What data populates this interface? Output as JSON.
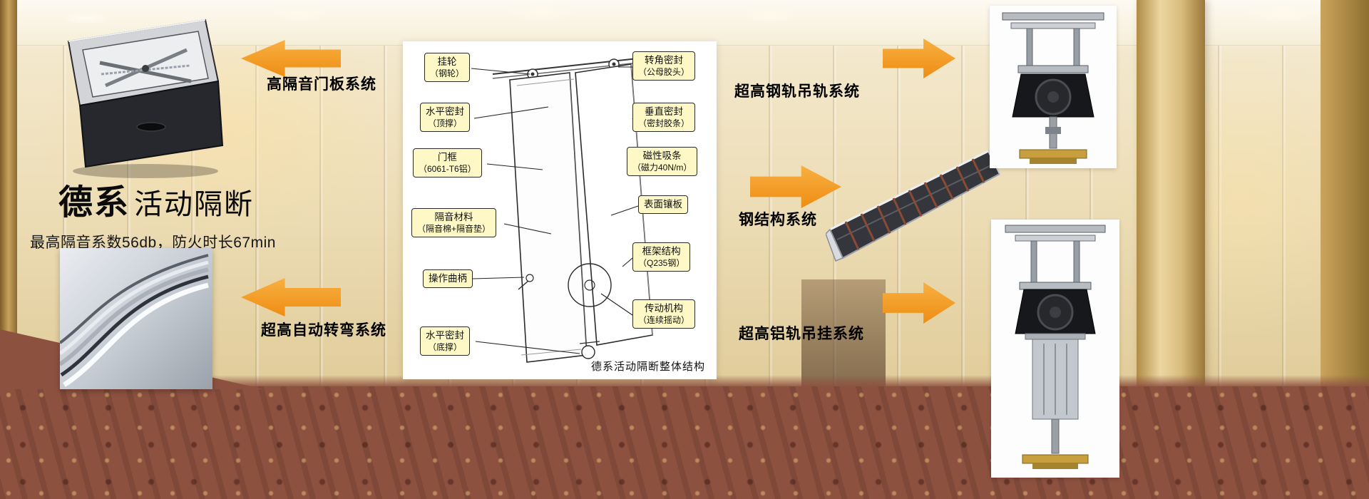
{
  "brand": {
    "title_bold": "德系",
    "title_rest": "活动隔断",
    "subtitle": "最高隔音系数56db，防火时长67min"
  },
  "callout_arrows": {
    "left_top": "高隔音门板系统",
    "left_bottom": "超高自动转弯系统",
    "right_top": "超高钢轨吊轨系统",
    "right_middle": "钢结构系统",
    "right_bottom": "超高铝轨吊挂系统"
  },
  "diagram": {
    "caption": "德系活动隔断整体结构",
    "left_labels": [
      {
        "title": "挂轮",
        "sub": "（钢轮）"
      },
      {
        "title": "水平密封",
        "sub": "（顶撑）"
      },
      {
        "title": "门框",
        "sub": "（6061-T6铝）"
      },
      {
        "title": "隔音材料",
        "sub": "（隔音棉+隔音垫）"
      },
      {
        "title": "操作曲柄",
        "sub": ""
      },
      {
        "title": "水平密封",
        "sub": "（底撑）"
      }
    ],
    "right_labels": [
      {
        "title": "转角密封",
        "sub": "（公母胶头）"
      },
      {
        "title": "垂直密封",
        "sub": "（密封胶条）"
      },
      {
        "title": "磁性吸条",
        "sub": "（磁力40N/m）"
      },
      {
        "title": "表面镶板",
        "sub": ""
      },
      {
        "title": "框架结构",
        "sub": "（Q235钢）"
      },
      {
        "title": "传动机构",
        "sub": "（连续摇动）"
      }
    ]
  },
  "colors": {
    "arrow_orange": "#F59B20",
    "label_yellow": "#FDF8C6",
    "carpet_red": "#8D5140"
  }
}
